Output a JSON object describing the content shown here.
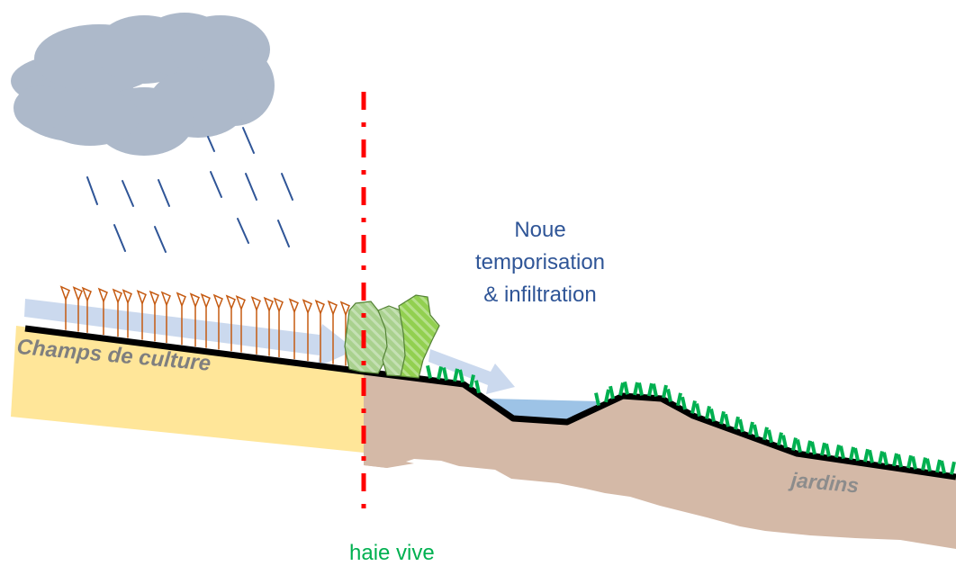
{
  "labels": {
    "noue_line1": "Noue",
    "noue_line2": "temporisation",
    "noue_line3": "& infiltration",
    "field": "Champs de culture",
    "gardens": "jardins",
    "hedge": "haie vive"
  },
  "icons": {
    "cloud": "rain-cloud-icon",
    "rain": "rain-drops",
    "crops": "crop-plants",
    "hedge": "hedge-bushes",
    "runoff": "runoff-arrow",
    "infiltration": "infiltration-arrow",
    "grass": "grass-tufts"
  },
  "colors": {
    "cloud": "#ADB9CA",
    "rain": "#2F5597",
    "field_soil": "#FFE699",
    "ground_soil": "#D4B9A7",
    "terrain_line": "#000000",
    "water": "#9DC3E6",
    "arrow": "#C5D5EC",
    "crop": "#C55A11",
    "hedge_light": "#A9D18E",
    "hedge_bright": "#92D050",
    "hedge_outline": "#548235",
    "grass": "#00B050",
    "boundary": "#FF0000",
    "noue_text": "#2F5597",
    "hedge_text": "#00B050"
  }
}
